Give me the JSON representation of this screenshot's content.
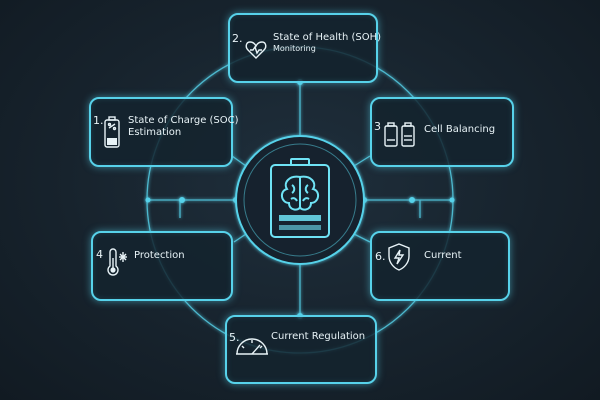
{
  "colors": {
    "accent": "#57d2ea",
    "text": "#e8f3f7",
    "background": "#17232d"
  },
  "center": {
    "icon": "battery-brain-icon"
  },
  "nodes": [
    {
      "number": "2.",
      "title": "State of Health (SOH)",
      "subtitle": "Monitoring",
      "icon": "heartbeat-battery-icon"
    },
    {
      "number": "3",
      "title": "Cell Balancing",
      "subtitle": "",
      "icon": "dual-battery-icon"
    },
    {
      "number": "1.",
      "title": "State of Charge (SOC)",
      "subtitle": "Estimation",
      "icon": "battery-percent-icon"
    },
    {
      "number": "4",
      "title": "Protection",
      "subtitle": "",
      "icon": "thermometer-icon"
    },
    {
      "number": "6.",
      "title": "Current",
      "subtitle": "",
      "icon": "shield-lightning-icon"
    },
    {
      "number": "5.",
      "title": "Current Regulation",
      "subtitle": "",
      "icon": "gauge-icon"
    }
  ]
}
